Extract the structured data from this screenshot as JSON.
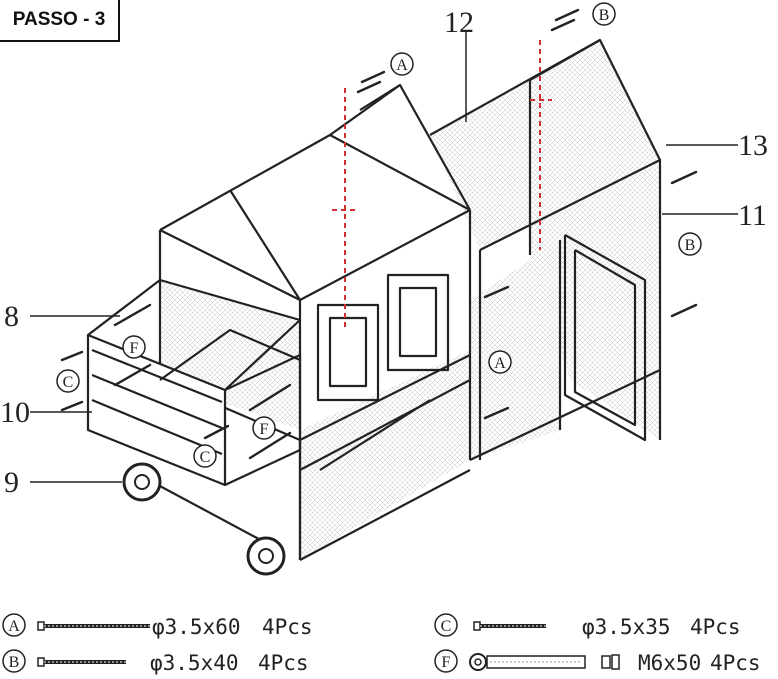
{
  "step": {
    "label": "PASSO - 3"
  },
  "callouts": [
    "12",
    "13",
    "11",
    "8",
    "10",
    "9"
  ],
  "screw_markers": [
    "A",
    "B",
    "C",
    "F"
  ],
  "parts_list": [
    {
      "marker": "A",
      "size": "φ3.5x60",
      "qty": "4Pcs"
    },
    {
      "marker": "B",
      "size": "φ3.5x40",
      "qty": "4Pcs"
    },
    {
      "marker": "C",
      "size": "φ3.5x35",
      "qty": "4Pcs"
    },
    {
      "marker": "F",
      "size": "M6x50",
      "qty": "4Pcs"
    }
  ],
  "colors": {
    "line": "#222222",
    "dashed_guide": "#d32f2f",
    "mesh": "#bdbdbd"
  }
}
